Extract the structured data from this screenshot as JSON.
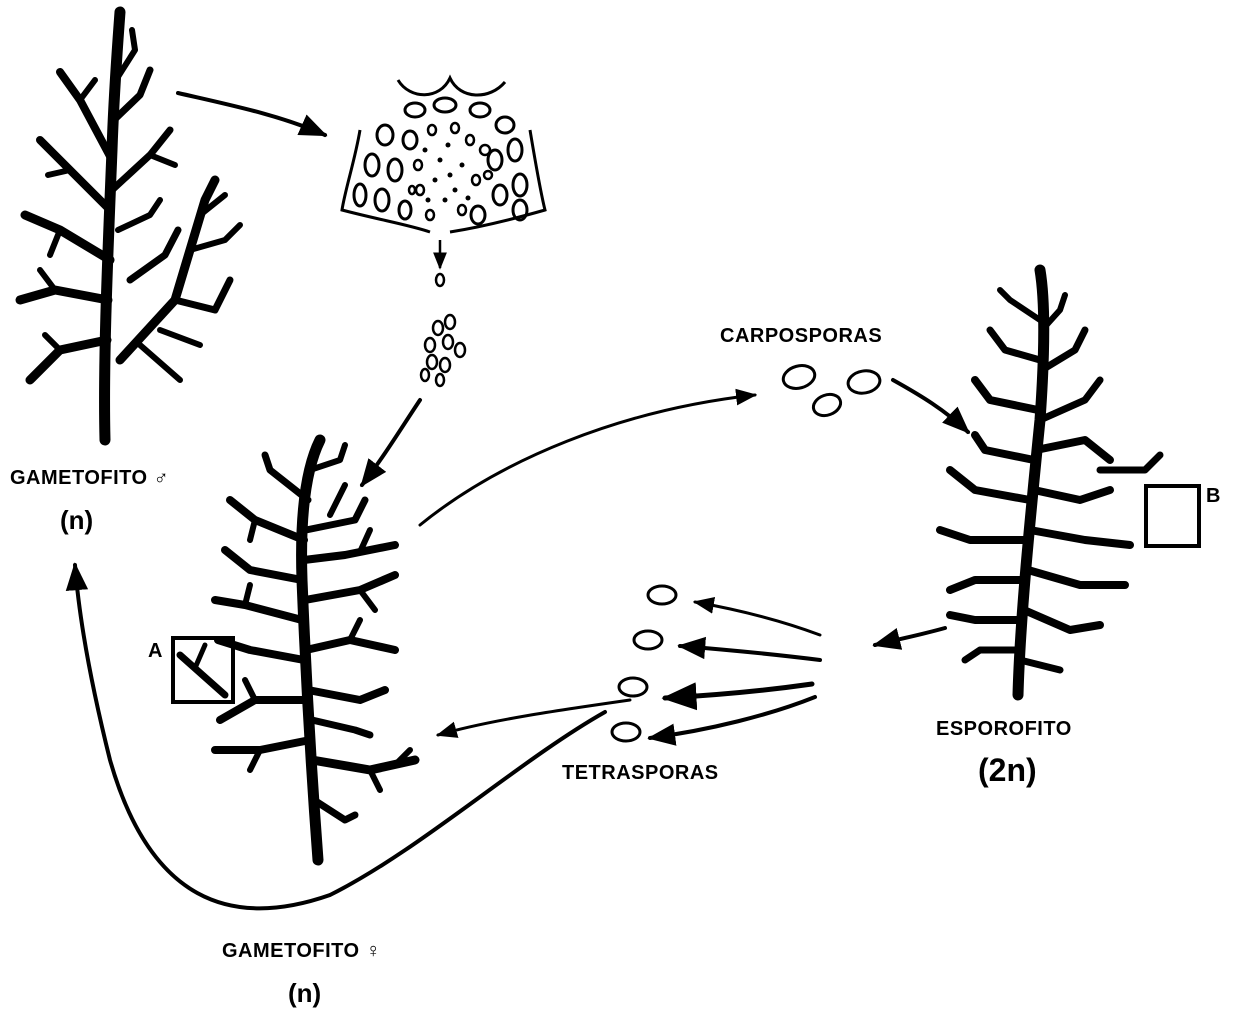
{
  "labels": {
    "gametofito_male": "GAMETOFITO ♂",
    "gametofito_male_ploidy": "(n)",
    "gametofito_female": "GAMETOFITO ♀",
    "gametofito_female_ploidy": "(n)",
    "esporofito": "ESPOROFITO",
    "esporofito_ploidy": "(2n)",
    "carposporas": "CARPOSPORAS",
    "tetrasporas": "TETRASPORAS",
    "box_a": "A",
    "box_b": "B"
  },
  "colors": {
    "ink": "#000000",
    "background": "#ffffff"
  }
}
